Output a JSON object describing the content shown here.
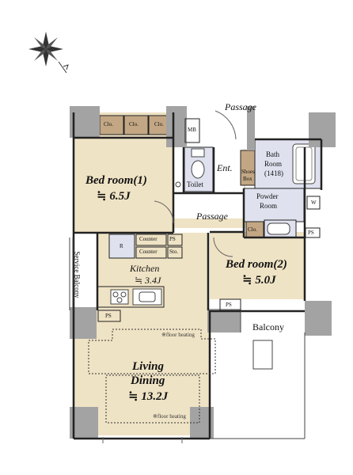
{
  "compass": {
    "icon": "compass-rose-icon"
  },
  "colors": {
    "floor": "#efe3c5",
    "column": "#a3a3a3",
    "wall": "#222222",
    "closet": "#c3a784",
    "wet": "#d9dcf0",
    "cool": "#dfe1ee"
  },
  "labels": {
    "passage_top": "Passage",
    "clo1": "Clo.",
    "clo2": "Clo.",
    "clo3": "Clo.",
    "mb": "MB",
    "bedroom1_name": "Bed room(1)",
    "bedroom1_size": "≒ 6.5J",
    "toilet": "Toilet",
    "ent": "Ent.",
    "shoes_box_1": "Shoes",
    "shoes_box_2": "Box",
    "bath_1": "Bath",
    "bath_2": "Room",
    "bath_3": "(1418)",
    "powder_1": "Powder",
    "powder_2": "Room",
    "w": "W",
    "passage_mid": "Passage",
    "clo4": "Clo.",
    "ps_right": "PS",
    "counter_1": "Counter",
    "counter_2": "Counter",
    "ps_kitchen": "PS",
    "sto": "Sto.",
    "r": "R",
    "kitchen_name": "Kitchen",
    "kitchen_size": "≒ 3.4J",
    "service_balcony": "Service Balcony",
    "bedroom2_name": "Bed room(2)",
    "bedroom2_size": "≒ 5.0J",
    "ps_bed2": "PS",
    "balcony": "Balcony",
    "ps_left": "PS",
    "floor_heating_1": "※floor heating",
    "living_1": "Living",
    "living_2": "Dining",
    "living_size": "≒ 13.2J",
    "floor_heating_2": "※floor heating"
  }
}
